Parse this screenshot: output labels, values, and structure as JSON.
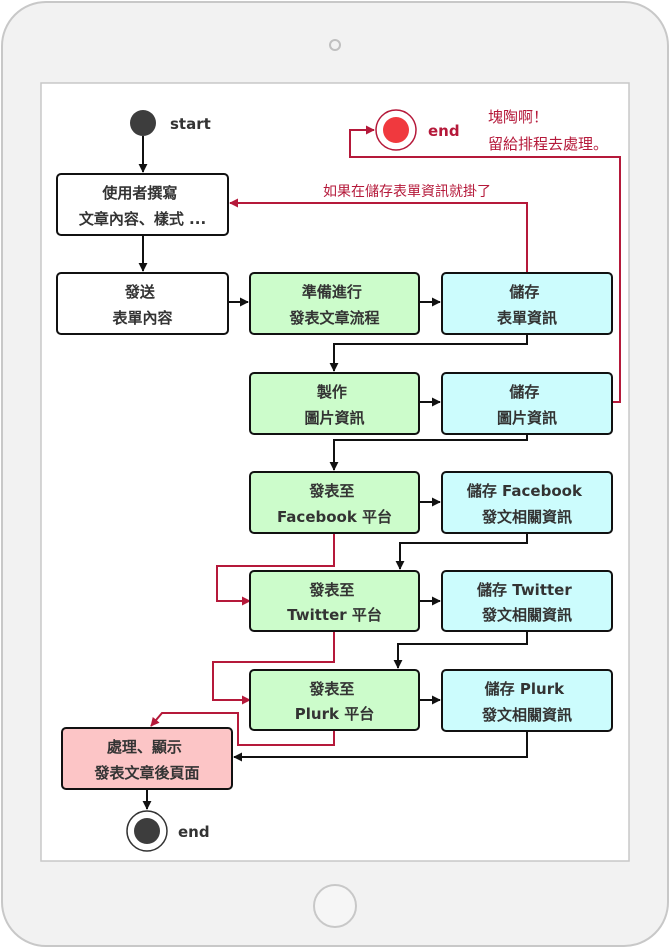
{
  "start_label": "start",
  "end_error_label": "end",
  "end_label": "end",
  "error_note": [
    "塊陶啊！",
    "留給排程去處理。"
  ],
  "error_edge_label": "如果在儲存表單資訊就掛了",
  "nodes": {
    "compose": [
      "使用者撰寫",
      "文章內容、樣式 ..."
    ],
    "send_form": [
      "發送",
      "表單內容"
    ],
    "prepare": [
      "準備進行",
      "發表文章流程"
    ],
    "save_form": [
      "儲存",
      "表單資訊"
    ],
    "make_image": [
      "製作",
      "圖片資訊"
    ],
    "save_image": [
      "儲存",
      "圖片資訊"
    ],
    "post_facebook": [
      "發表至",
      "Facebook 平台"
    ],
    "save_facebook": [
      "儲存 Facebook",
      "發文相關資訊"
    ],
    "post_twitter": [
      "發表至",
      "Twitter 平台"
    ],
    "save_twitter": [
      "儲存 Twitter",
      "發文相關資訊"
    ],
    "post_plurk": [
      "發表至",
      "Plurk 平台"
    ],
    "save_plurk": [
      "儲存 Plurk",
      "發文相關資訊"
    ],
    "finish": [
      "處理、顯示",
      "發表文章後頁面"
    ]
  },
  "colors": {
    "white": "#ffffff",
    "green": "#ccfccb",
    "cyan": "#ccfcfd",
    "pink": "#fcc5c6",
    "error": "#b5193a",
    "ink": "#111111"
  }
}
